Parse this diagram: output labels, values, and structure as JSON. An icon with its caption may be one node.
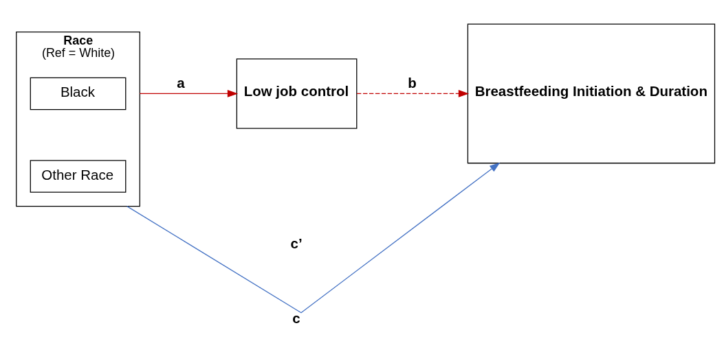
{
  "diagram": {
    "nodes": [
      {
        "text": [
          "Race",
          "(Ref = White)"
        ]
      },
      {
        "text": [
          "Black"
        ],
        "in": 0
      },
      {
        "text": [
          "Other Race"
        ],
        "in": 0
      },
      {
        "text": [
          "Low job control"
        ]
      },
      {
        "text": [
          "Breastfeeding Initiation & Duration"
        ]
      }
    ],
    "edges": [
      {
        "from": 0,
        "to": 3,
        "arrow": "to",
        "label": "a",
        "color": "#c00000"
      },
      {
        "from": 3,
        "to": 4,
        "arrow": "to",
        "label": "b",
        "style": "dashed",
        "color": "#c00000"
      },
      {
        "from": 0,
        "to": 4,
        "arrow": "to",
        "label": "c",
        "color": "#4472c4"
      }
    ],
    "labels": [
      "c’"
    ]
  }
}
